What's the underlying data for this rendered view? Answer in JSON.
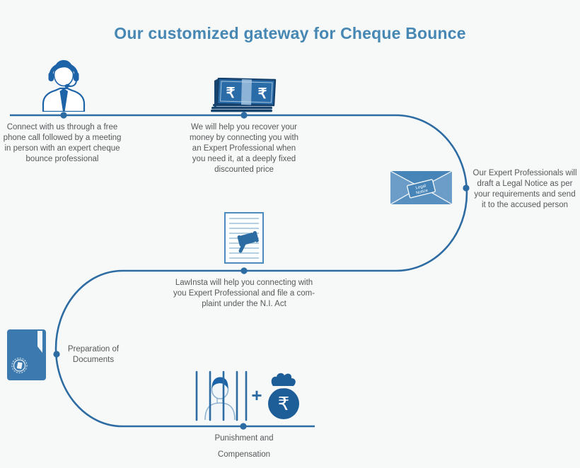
{
  "title": "Our customized gateway for Cheque Bounce",
  "colors": {
    "background": "#f7f8f8",
    "accent_line": "#2d6ca3",
    "title_blue": "#4687b4",
    "caption_gray": "#57585a",
    "icon_blue_dark": "#1d5e99",
    "icon_blue_mid": "#2a6ca8",
    "envelope_blue": "#4785b8"
  },
  "steps": {
    "connect": {
      "icon": "support-agent-icon",
      "lines": [
        "Connect with us through a free",
        "phone call followed by a meeting",
        "in person with an expert cheque",
        "bounce professional"
      ]
    },
    "recover": {
      "icon": "cash-notes-icon",
      "lines": [
        "We will help you recover your",
        "money by connecting you with",
        "an Expert Professional when",
        "you need it, at a deeply fixed",
        "discounted price"
      ]
    },
    "notice": {
      "icon": "legal-notice-envelope-icon",
      "lines": [
        "Our Expert Professionals will",
        "draft a Legal Notice as per",
        "your requirements and send",
        "it to the accused person"
      ]
    },
    "complaint": {
      "icon": "complaint-document-icon",
      "lines": [
        "LawInsta will help you connecting with",
        "you Expert Professional and file a com-",
        "plaint under the N.I. Act"
      ]
    },
    "preparation": {
      "icon": "documents-folder-icon",
      "lines": [
        "Preparation of",
        "Documents"
      ]
    },
    "punishment": {
      "icon": "jail-and-money-bag-icon",
      "lines": [
        "Punishment and",
        "Compensation"
      ]
    }
  },
  "icon_text": {
    "cash_rupee_left": "₹",
    "cash_rupee_right": "₹",
    "legal_notice_line1": "Legal",
    "legal_notice_line2": "Notice",
    "plus": "+",
    "bag_rupee": "₹"
  }
}
